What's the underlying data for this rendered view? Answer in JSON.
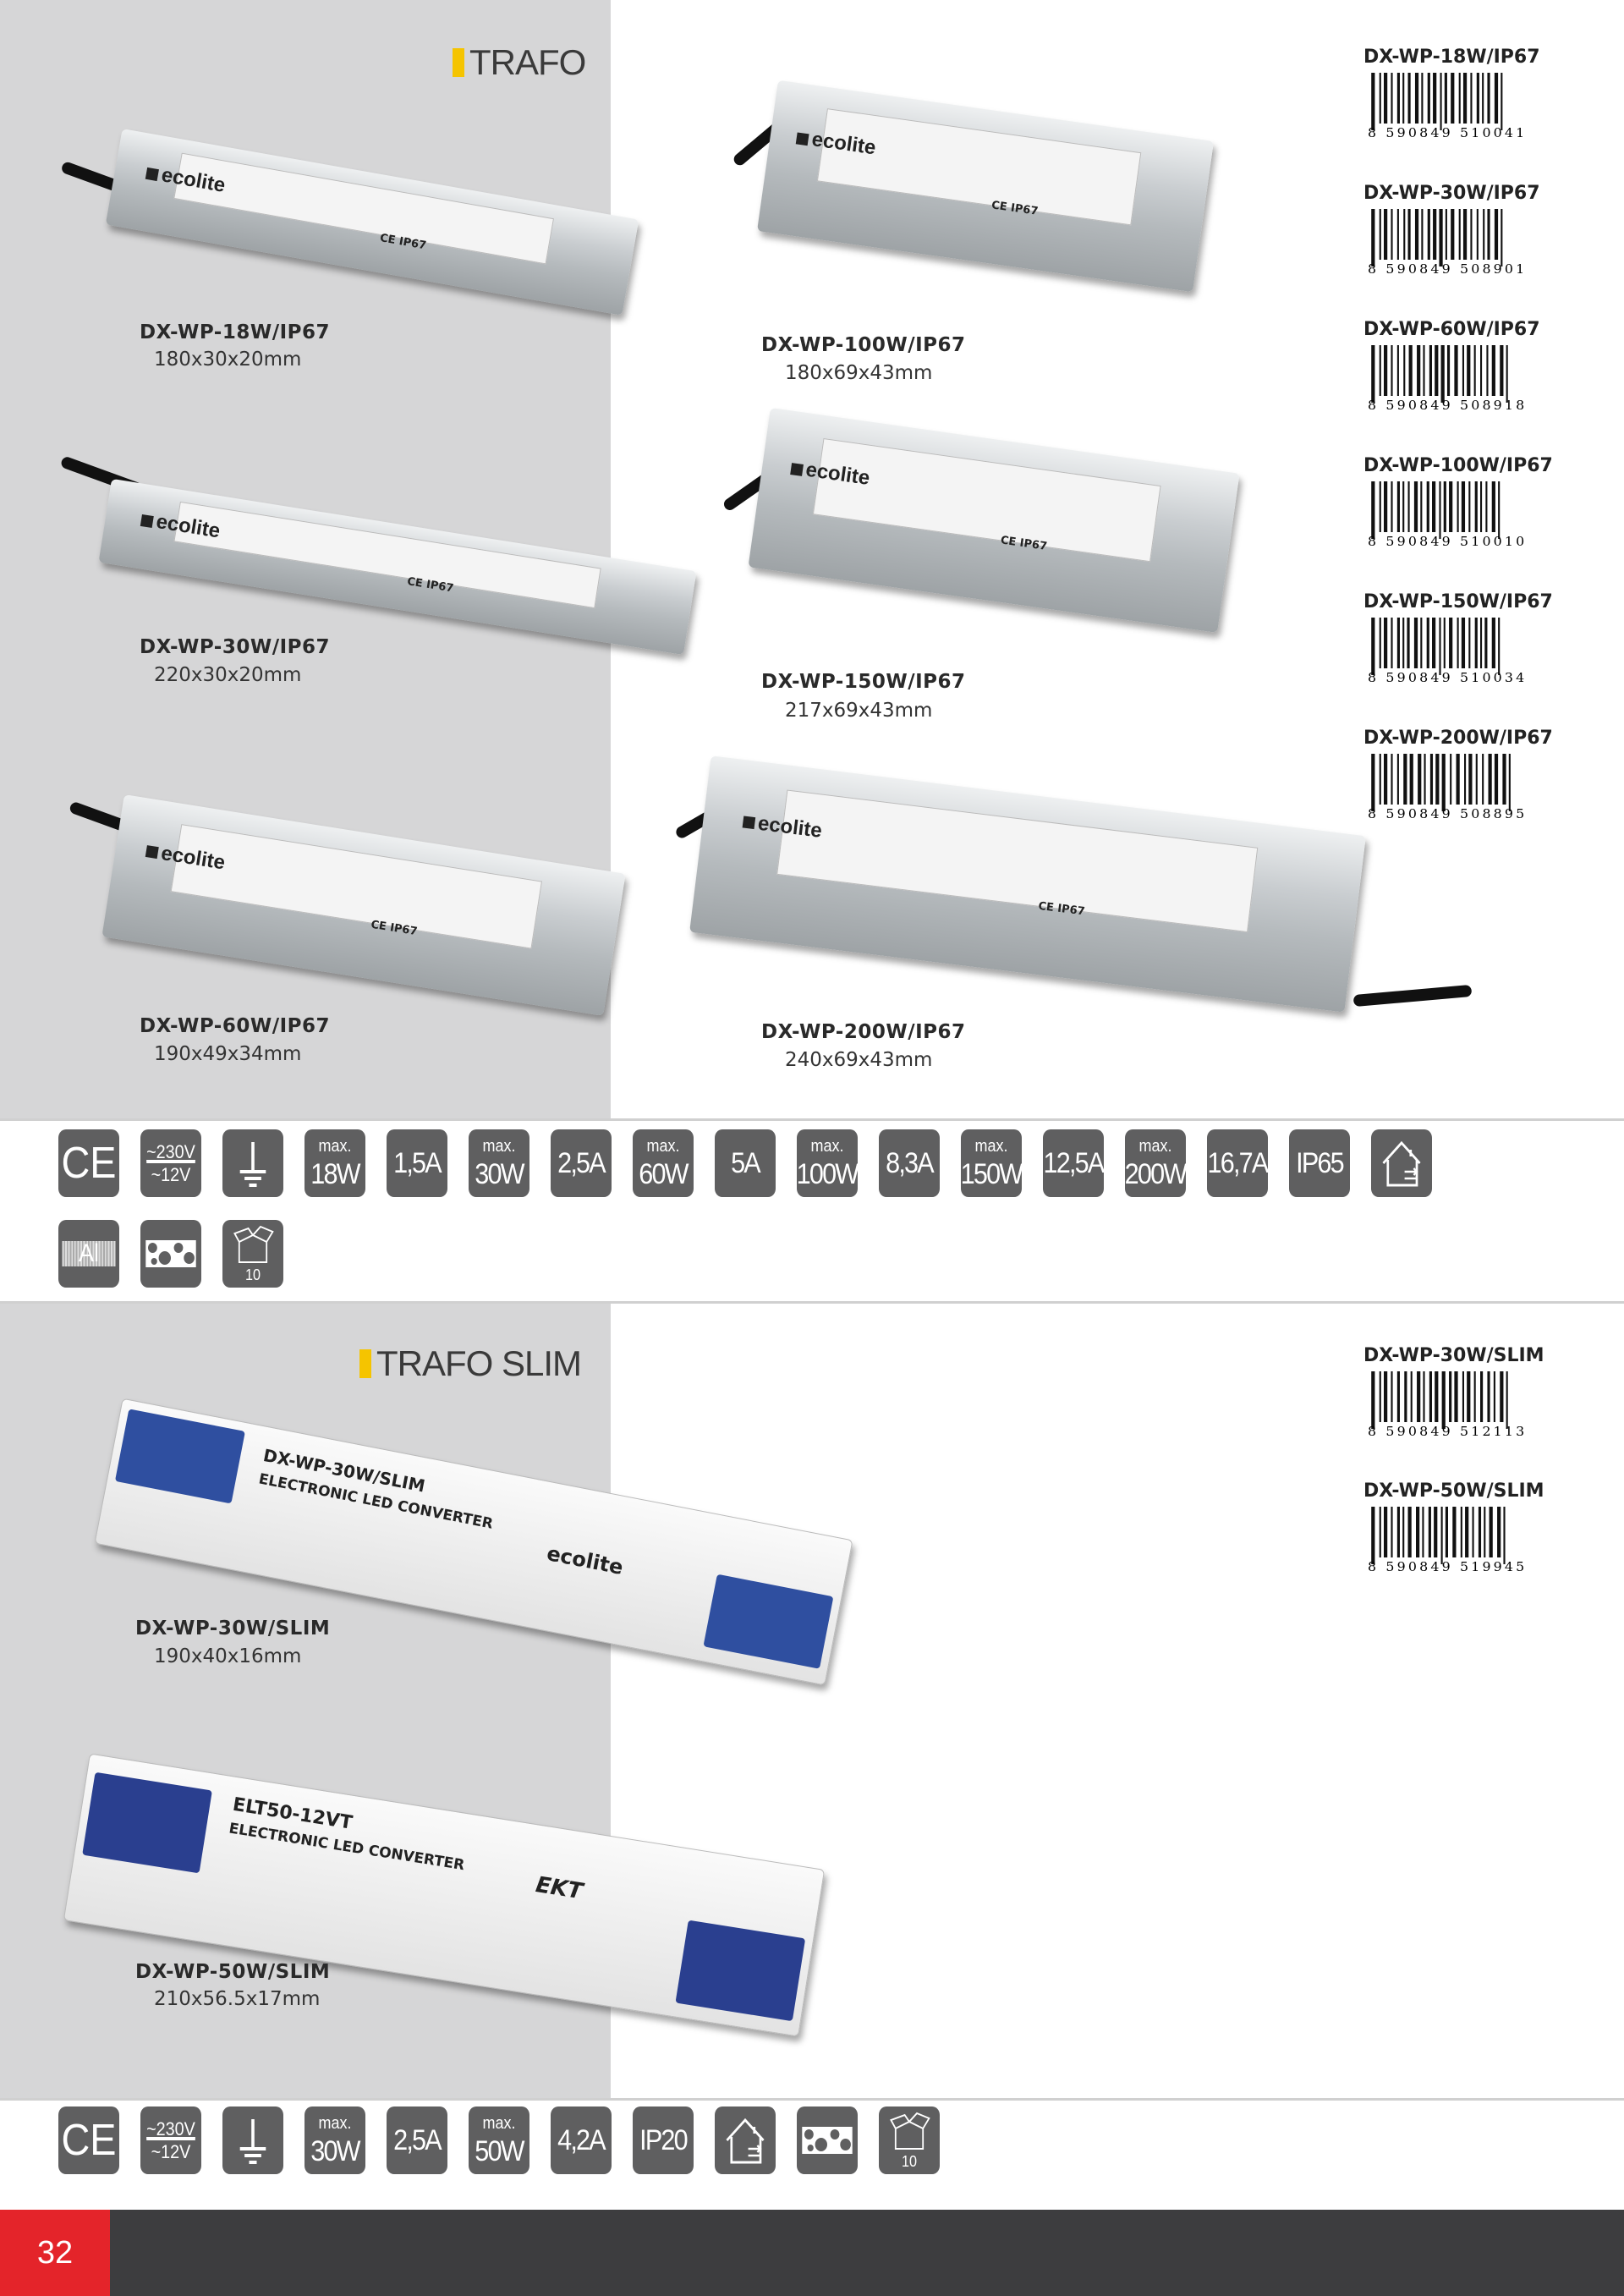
{
  "section1": {
    "title": "TRAFO",
    "products": [
      {
        "name": "DX-WP-18W/IP67",
        "dims": "180x30x20mm"
      },
      {
        "name": "DX-WP-30W/IP67",
        "dims": "220x30x20mm"
      },
      {
        "name": "DX-WP-60W/IP67",
        "dims": "190x49x34mm"
      },
      {
        "name": "DX-WP-100W/IP67",
        "dims": "180x69x43mm"
      },
      {
        "name": "DX-WP-150W/IP67",
        "dims": "217x69x43mm"
      },
      {
        "name": "DX-WP-200W/IP67",
        "dims": "240x69x43mm"
      }
    ],
    "product_label": {
      "brand": "ecolite",
      "rating": "CE IP67"
    },
    "barcodes": [
      {
        "name": "DX-WP-18W/IP67",
        "code": "8590849510041"
      },
      {
        "name": "DX-WP-30W/IP67",
        "code": "8590849508901"
      },
      {
        "name": "DX-WP-60W/IP67",
        "code": "8590849508918"
      },
      {
        "name": "DX-WP-100W/IP67",
        "code": "8590849510010"
      },
      {
        "name": "DX-WP-150W/IP67",
        "code": "8590849510034"
      },
      {
        "name": "DX-WP-200W/IP67",
        "code": "8590849508895"
      }
    ],
    "icons": [
      {
        "type": "ce",
        "text": "CE"
      },
      {
        "type": "volt",
        "top": "~230V",
        "bottom": "~12V"
      },
      {
        "type": "ground",
        "text": ""
      },
      {
        "type": "two",
        "top": "max.",
        "bottom": "18W"
      },
      {
        "type": "one",
        "text": "1,5A"
      },
      {
        "type": "two",
        "top": "max.",
        "bottom": "30W"
      },
      {
        "type": "one",
        "text": "2,5A"
      },
      {
        "type": "two",
        "top": "max.",
        "bottom": "60W"
      },
      {
        "type": "one",
        "text": "5A"
      },
      {
        "type": "two",
        "top": "max.",
        "bottom": "100W"
      },
      {
        "type": "one",
        "text": "8,3A"
      },
      {
        "type": "two",
        "top": "max.",
        "bottom": "150W"
      },
      {
        "type": "one",
        "text": "12,5A"
      },
      {
        "type": "two",
        "top": "max.",
        "bottom": "200W"
      },
      {
        "type": "one",
        "text": "16,7A"
      },
      {
        "type": "one",
        "text": "IP65"
      },
      {
        "type": "house",
        "text": ""
      }
    ],
    "icons2": [
      {
        "type": "al",
        "text": "Al"
      },
      {
        "type": "foam",
        "text": ""
      },
      {
        "type": "box",
        "text": "10"
      }
    ]
  },
  "section2": {
    "title": "TRAFO SLIM",
    "products": [
      {
        "name": "DX-WP-30W/SLIM",
        "dims": "190x40x16mm",
        "label_title": "DX-WP-30W/SLIM",
        "label_sub": "ELECTRONIC LED CONVERTER",
        "brand": "ecolite"
      },
      {
        "name": "DX-WP-50W/SLIM",
        "dims": "210x56.5x17mm",
        "label_title": "ELT50-12VT",
        "label_sub": "ELECTRONIC LED CONVERTER",
        "brand": "EKT"
      }
    ],
    "barcodes": [
      {
        "name": "DX-WP-30W/SLIM",
        "code": "8590849512113"
      },
      {
        "name": "DX-WP-50W/SLIM",
        "code": "8590849519945"
      }
    ],
    "icons": [
      {
        "type": "ce",
        "text": "CE"
      },
      {
        "type": "volt",
        "top": "~230V",
        "bottom": "~12V"
      },
      {
        "type": "ground",
        "text": ""
      },
      {
        "type": "two",
        "top": "max.",
        "bottom": "30W"
      },
      {
        "type": "one",
        "text": "2,5A"
      },
      {
        "type": "two",
        "top": "max.",
        "bottom": "50W"
      },
      {
        "type": "one",
        "text": "4,2A"
      },
      {
        "type": "one",
        "text": "IP20"
      },
      {
        "type": "house",
        "text": ""
      },
      {
        "type": "foam",
        "text": ""
      },
      {
        "type": "box",
        "text": "10"
      }
    ]
  },
  "footer": {
    "page_number": "32"
  },
  "colors": {
    "accent": "#f5c400",
    "page_red": "#e4242a",
    "icon_bg": "#5f5f60",
    "panel": "#d6d6d7"
  }
}
